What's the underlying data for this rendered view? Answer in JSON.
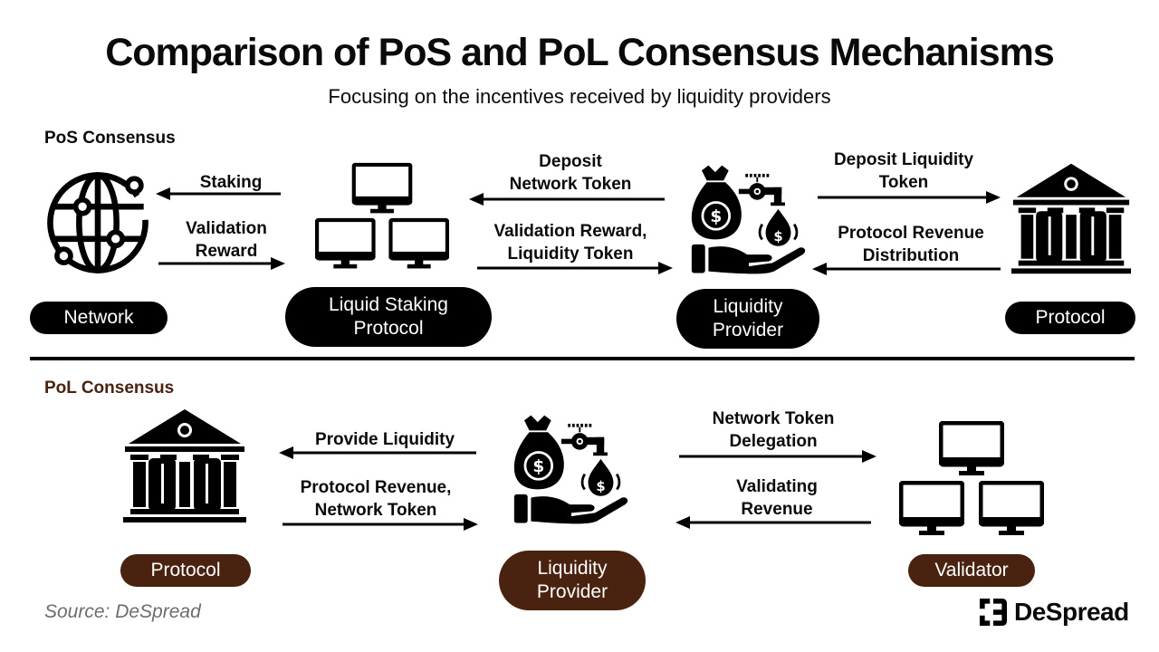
{
  "title": "Comparison of PoS and PoL Consensus Mechanisms",
  "subtitle": "Focusing on the incentives received by liquidity providers",
  "colors": {
    "primary": "#000000",
    "pol_accent": "#4a2310",
    "source_text": "#6d6d6d"
  },
  "pos": {
    "section_label": "PoS Consensus",
    "nodes": {
      "network": {
        "label": "Network",
        "icon": "globe-network-icon"
      },
      "liquid_staking": {
        "label_line1": "Liquid Staking",
        "label_line2": "Protocol",
        "icon": "computers-network-icon"
      },
      "liquidity_provider": {
        "label_line1": "Liquidity",
        "label_line2": "Provider",
        "icon": "money-hand-icon"
      },
      "protocol": {
        "label": "Protocol",
        "icon": "bank-building-icon"
      }
    },
    "edges": {
      "staking": {
        "line1": "Staking",
        "direction": "left"
      },
      "validation_reward": {
        "line1": "Validation",
        "line2": "Reward",
        "direction": "right"
      },
      "deposit_network_token": {
        "line1": "Deposit",
        "line2": "Network Token",
        "direction": "left"
      },
      "validation_reward_liquidity_token": {
        "line1": "Validation Reward,",
        "line2": "Liquidity Token",
        "direction": "right"
      },
      "deposit_liquidity_token": {
        "line1": "Deposit Liquidity",
        "line2": "Token",
        "direction": "right"
      },
      "protocol_revenue_distribution": {
        "line1": "Protocol Revenue",
        "line2": "Distribution",
        "direction": "left"
      }
    }
  },
  "pol": {
    "section_label": "PoL Consensus",
    "nodes": {
      "protocol": {
        "label": "Protocol",
        "icon": "bank-building-icon"
      },
      "liquidity_provider": {
        "label_line1": "Liquidity",
        "label_line2": "Provider",
        "icon": "money-hand-icon"
      },
      "validator": {
        "label": "Validator",
        "icon": "computers-network-icon"
      }
    },
    "edges": {
      "provide_liquidity": {
        "line1": "Provide Liquidity",
        "direction": "left"
      },
      "protocol_revenue_network_token": {
        "line1": "Protocol Revenue,",
        "line2": "Network Token",
        "direction": "right"
      },
      "network_token_delegation": {
        "line1": "Network Token",
        "line2": "Delegation",
        "direction": "right"
      },
      "validating_revenue": {
        "line1": "Validating",
        "line2": "Revenue",
        "direction": "left"
      }
    }
  },
  "footer": {
    "source": "Source: DeSpread",
    "logo_text": "DeSpread",
    "logo_icon": "despread-logo-icon"
  }
}
